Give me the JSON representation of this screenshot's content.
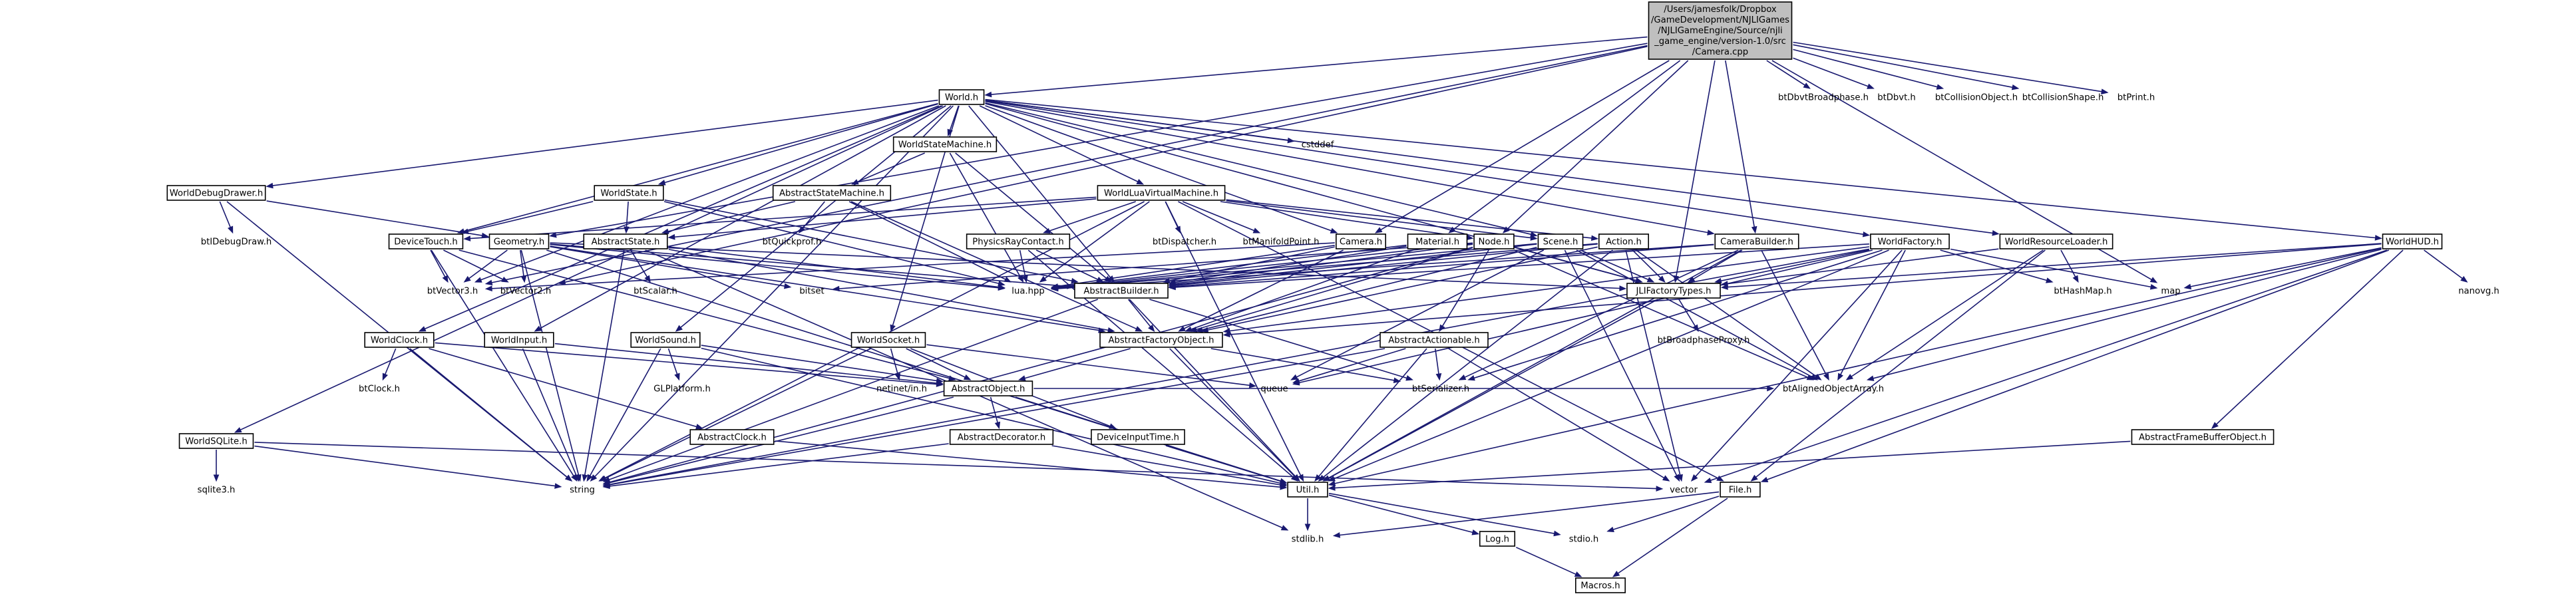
{
  "diagram": {
    "root": {
      "id": "root",
      "lines": [
        "/Users/jamesfolk/Dropbox",
        "/GameDevelopment/NJLIGames",
        "/NJLIGameEngine/Source/njli",
        "_game_engine/version-1.0/src",
        "/Camera.cpp"
      ]
    },
    "nodes": [
      {
        "id": "World",
        "label": "World.h",
        "boxed": true
      },
      {
        "id": "btDbvtBroadphase",
        "label": "btDbvtBroadphase.h",
        "boxed": false
      },
      {
        "id": "btDbvt",
        "label": "btDbvt.h",
        "boxed": false
      },
      {
        "id": "btCollisionObject",
        "label": "btCollisionObject.h",
        "boxed": false
      },
      {
        "id": "btCollisionShape",
        "label": "btCollisionShape.h",
        "boxed": false
      },
      {
        "id": "btPrint",
        "label": "btPrint.h",
        "boxed": false
      },
      {
        "id": "WorldStateMachine",
        "label": "WorldStateMachine.h",
        "boxed": true
      },
      {
        "id": "cstddef",
        "label": "cstddef",
        "boxed": false
      },
      {
        "id": "WorldDebugDrawer",
        "label": "WorldDebugDrawer.h",
        "boxed": true
      },
      {
        "id": "WorldState",
        "label": "WorldState.h",
        "boxed": true
      },
      {
        "id": "AbstractStateMachine",
        "label": "AbstractStateMachine.h",
        "boxed": true
      },
      {
        "id": "WorldLuaVirtualMachine",
        "label": "WorldLuaVirtualMachine.h",
        "boxed": true
      },
      {
        "id": "CameraBuilder",
        "label": "CameraBuilder.h",
        "boxed": true
      },
      {
        "id": "WorldFactory",
        "label": "WorldFactory.h",
        "boxed": true
      },
      {
        "id": "WorldResourceLoader",
        "label": "WorldResourceLoader.h",
        "boxed": true
      },
      {
        "id": "WorldHUD",
        "label": "WorldHUD.h",
        "boxed": true
      },
      {
        "id": "btIDebugDraw",
        "label": "btIDebugDraw.h",
        "boxed": false
      },
      {
        "id": "DeviceTouch",
        "label": "DeviceTouch.h",
        "boxed": true
      },
      {
        "id": "Geometry",
        "label": "Geometry.h",
        "boxed": true
      },
      {
        "id": "AbstractState",
        "label": "AbstractState.h",
        "boxed": true
      },
      {
        "id": "btQuickprof",
        "label": "btQuickprof.h",
        "boxed": false
      },
      {
        "id": "PhysicsRayContact",
        "label": "PhysicsRayContact.h",
        "boxed": true
      },
      {
        "id": "btDispatcher",
        "label": "btDispatcher.h",
        "boxed": false
      },
      {
        "id": "btManifoldPoint",
        "label": "btManifoldPoint.h",
        "boxed": false
      },
      {
        "id": "CameraH",
        "label": "Camera.h",
        "boxed": true
      },
      {
        "id": "Material",
        "label": "Material.h",
        "boxed": true
      },
      {
        "id": "Node",
        "label": "Node.h",
        "boxed": true
      },
      {
        "id": "Scene",
        "label": "Scene.h",
        "boxed": true
      },
      {
        "id": "Action",
        "label": "Action.h",
        "boxed": true
      },
      {
        "id": "btVector3",
        "label": "btVector3.h",
        "boxed": false
      },
      {
        "id": "btVector2",
        "label": "btVector2.h",
        "boxed": false
      },
      {
        "id": "btScalar",
        "label": "btScalar.h",
        "boxed": false
      },
      {
        "id": "bitset",
        "label": "bitset",
        "boxed": false
      },
      {
        "id": "luahpp",
        "label": "lua.hpp",
        "boxed": false
      },
      {
        "id": "AbstractBuilder",
        "label": "AbstractBuilder.h",
        "boxed": true
      },
      {
        "id": "JLIFactoryTypes",
        "label": "JLIFactoryTypes.h",
        "boxed": true
      },
      {
        "id": "btHashMap",
        "label": "btHashMap.h",
        "boxed": false
      },
      {
        "id": "map",
        "label": "map",
        "boxed": false
      },
      {
        "id": "nanovg",
        "label": "nanovg.h",
        "boxed": false
      },
      {
        "id": "WorldClock",
        "label": "WorldClock.h",
        "boxed": true
      },
      {
        "id": "WorldInput",
        "label": "WorldInput.h",
        "boxed": true
      },
      {
        "id": "WorldSound",
        "label": "WorldSound.h",
        "boxed": true
      },
      {
        "id": "WorldSocket",
        "label": "WorldSocket.h",
        "boxed": true
      },
      {
        "id": "AbstractFactoryObject",
        "label": "AbstractFactoryObject.h",
        "boxed": true
      },
      {
        "id": "AbstractActionable",
        "label": "AbstractActionable.h",
        "boxed": true
      },
      {
        "id": "btBroadphaseProxy",
        "label": "btBroadphaseProxy.h",
        "boxed": false
      },
      {
        "id": "btClock",
        "label": "btClock.h",
        "boxed": false
      },
      {
        "id": "GLPlatform",
        "label": "GLPlatform.h",
        "boxed": false
      },
      {
        "id": "netinetin",
        "label": "netinet/in.h",
        "boxed": false
      },
      {
        "id": "AbstractObject",
        "label": "AbstractObject.h",
        "boxed": true
      },
      {
        "id": "queue",
        "label": "queue",
        "boxed": false
      },
      {
        "id": "btSerializer",
        "label": "btSerializer.h",
        "boxed": false
      },
      {
        "id": "btAlignedObjectArray",
        "label": "btAlignedObjectArray.h",
        "boxed": false
      },
      {
        "id": "AbstractClock",
        "label": "AbstractClock.h",
        "boxed": true
      },
      {
        "id": "AbstractDecorator",
        "label": "AbstractDecorator.h",
        "boxed": true
      },
      {
        "id": "DeviceInputTime",
        "label": "DeviceInputTime.h",
        "boxed": true
      },
      {
        "id": "AbstractFrameBufferObject",
        "label": "AbstractFrameBufferObject.h",
        "boxed": true
      },
      {
        "id": "WorldSQLite",
        "label": "WorldSQLite.h",
        "boxed": true
      },
      {
        "id": "sqlite3",
        "label": "sqlite3.h",
        "boxed": false
      },
      {
        "id": "string",
        "label": "string",
        "boxed": false
      },
      {
        "id": "Util",
        "label": "Util.h",
        "boxed": true
      },
      {
        "id": "vector",
        "label": "vector",
        "boxed": false
      },
      {
        "id": "File",
        "label": "File.h",
        "boxed": true
      },
      {
        "id": "stdlib",
        "label": "stdlib.h",
        "boxed": false
      },
      {
        "id": "Log",
        "label": "Log.h",
        "boxed": true
      },
      {
        "id": "stdio",
        "label": "stdio.h",
        "boxed": false
      },
      {
        "id": "Macros",
        "label": "Macros.h",
        "boxed": true
      }
    ],
    "edges": [
      [
        "root",
        "World"
      ],
      [
        "root",
        "btDbvtBroadphase"
      ],
      [
        "root",
        "btDbvt"
      ],
      [
        "root",
        "btCollisionObject"
      ],
      [
        "root",
        "btCollisionShape"
      ],
      [
        "root",
        "btPrint"
      ],
      [
        "root",
        "CameraH"
      ],
      [
        "root",
        "CameraBuilder"
      ],
      [
        "root",
        "Node"
      ],
      [
        "root",
        "JLIFactoryTypes"
      ],
      [
        "root",
        "map"
      ],
      [
        "root",
        "Geometry"
      ],
      [
        "root",
        "btVector3"
      ],
      [
        "root",
        "btVector2"
      ],
      [
        "root",
        "Material"
      ],
      [
        "World",
        "WorldStateMachine"
      ],
      [
        "World",
        "cstddef"
      ],
      [
        "World",
        "WorldDebugDrawer"
      ],
      [
        "World",
        "WorldState"
      ],
      [
        "World",
        "WorldLuaVirtualMachine"
      ],
      [
        "World",
        "CameraBuilder"
      ],
      [
        "World",
        "WorldFactory"
      ],
      [
        "World",
        "WorldResourceLoader"
      ],
      [
        "World",
        "WorldHUD"
      ],
      [
        "World",
        "WorldClock"
      ],
      [
        "World",
        "WorldInput"
      ],
      [
        "World",
        "WorldSound"
      ],
      [
        "World",
        "WorldSocket"
      ],
      [
        "World",
        "WorldSQLite"
      ],
      [
        "World",
        "string"
      ],
      [
        "World",
        "CameraH"
      ],
      [
        "World",
        "Scene"
      ],
      [
        "World",
        "AbstractBuilder"
      ],
      [
        "World",
        "JLIFactoryTypes"
      ],
      [
        "World",
        "DeviceTouch"
      ],
      [
        "World",
        "btVector3"
      ],
      [
        "WorldStateMachine",
        "AbstractStateMachine"
      ],
      [
        "WorldStateMachine",
        "AbstractBuilder"
      ],
      [
        "WorldStateMachine",
        "luahpp"
      ],
      [
        "WorldDebugDrawer",
        "btIDebugDraw"
      ],
      [
        "WorldDebugDrawer",
        "Geometry"
      ],
      [
        "WorldDebugDrawer",
        "string"
      ],
      [
        "WorldState",
        "AbstractState"
      ],
      [
        "WorldState",
        "DeviceTouch"
      ],
      [
        "WorldState",
        "AbstractBuilder"
      ],
      [
        "WorldState",
        "luahpp"
      ],
      [
        "AbstractStateMachine",
        "AbstractState"
      ],
      [
        "AbstractStateMachine",
        "btQuickprof"
      ],
      [
        "AbstractStateMachine",
        "AbstractFactoryObject"
      ],
      [
        "AbstractStateMachine",
        "luahpp"
      ],
      [
        "WorldLuaVirtualMachine",
        "luahpp"
      ],
      [
        "WorldLuaVirtualMachine",
        "PhysicsRayContact"
      ],
      [
        "WorldLuaVirtualMachine",
        "btDispatcher"
      ],
      [
        "WorldLuaVirtualMachine",
        "btManifoldPoint"
      ],
      [
        "WorldLuaVirtualMachine",
        "AbstractState"
      ],
      [
        "WorldLuaVirtualMachine",
        "DeviceTouch"
      ],
      [
        "WorldLuaVirtualMachine",
        "Node"
      ],
      [
        "WorldLuaVirtualMachine",
        "Scene"
      ],
      [
        "WorldLuaVirtualMachine",
        "string"
      ],
      [
        "WorldLuaVirtualMachine",
        "Util"
      ],
      [
        "WorldLuaVirtualMachine",
        "Action"
      ],
      [
        "WorldLuaVirtualMachine",
        "File"
      ],
      [
        "PhysicsRayContact",
        "luahpp"
      ],
      [
        "PhysicsRayContact",
        "AbstractBuilder"
      ],
      [
        "PhysicsRayContact",
        "Util"
      ],
      [
        "CameraH",
        "AbstractBuilder"
      ],
      [
        "CameraH",
        "AbstractFactoryObject"
      ],
      [
        "CameraH",
        "luahpp"
      ],
      [
        "CameraH",
        "btVector3"
      ],
      [
        "Material",
        "AbstractBuilder"
      ],
      [
        "Material",
        "AbstractFactoryObject"
      ],
      [
        "Material",
        "luahpp"
      ],
      [
        "Node",
        "AbstractActionable"
      ],
      [
        "Node",
        "AbstractBuilder"
      ],
      [
        "Node",
        "AbstractFactoryObject"
      ],
      [
        "Node",
        "luahpp"
      ],
      [
        "Node",
        "bitset"
      ],
      [
        "Node",
        "btAlignedObjectArray"
      ],
      [
        "Node",
        "string"
      ],
      [
        "Node",
        "JLIFactoryTypes"
      ],
      [
        "Scene",
        "AbstractBuilder"
      ],
      [
        "Scene",
        "AbstractFactoryObject"
      ],
      [
        "Scene",
        "luahpp"
      ],
      [
        "Scene",
        "vector"
      ],
      [
        "Scene",
        "queue"
      ],
      [
        "Scene",
        "btAlignedObjectArray"
      ],
      [
        "Scene",
        "JLIFactoryTypes"
      ],
      [
        "Action",
        "AbstractBuilder"
      ],
      [
        "Action",
        "AbstractFactoryObject"
      ],
      [
        "Action",
        "JLIFactoryTypes"
      ],
      [
        "Action",
        "luahpp"
      ],
      [
        "Action",
        "Util"
      ],
      [
        "Action",
        "vector"
      ],
      [
        "Action",
        "btAlignedObjectArray"
      ],
      [
        "CameraBuilder",
        "AbstractBuilder"
      ],
      [
        "CameraBuilder",
        "luahpp"
      ],
      [
        "CameraBuilder",
        "JLIFactoryTypes"
      ],
      [
        "CameraBuilder",
        "btAlignedObjectArray"
      ],
      [
        "CameraBuilder",
        "btSerializer"
      ],
      [
        "CameraBuilder",
        "Util"
      ],
      [
        "WorldFactory",
        "AbstractBuilder"
      ],
      [
        "WorldFactory",
        "AbstractFactoryObject"
      ],
      [
        "WorldFactory",
        "JLIFactoryTypes"
      ],
      [
        "WorldFactory",
        "btHashMap"
      ],
      [
        "WorldFactory",
        "map"
      ],
      [
        "WorldFactory",
        "btAlignedObjectArray"
      ],
      [
        "WorldFactory",
        "Util"
      ],
      [
        "WorldFactory",
        "queue"
      ],
      [
        "WorldFactory",
        "btSerializer"
      ],
      [
        "WorldFactory",
        "vector"
      ],
      [
        "WorldFactory",
        "string"
      ],
      [
        "WorldResourceLoader",
        "btHashMap"
      ],
      [
        "WorldResourceLoader",
        "File"
      ],
      [
        "WorldResourceLoader",
        "JLIFactoryTypes"
      ],
      [
        "WorldResourceLoader",
        "btAlignedObjectArray"
      ],
      [
        "WorldHUD",
        "nanovg"
      ],
      [
        "WorldHUD",
        "map"
      ],
      [
        "WorldHUD",
        "AbstractFrameBufferObject"
      ],
      [
        "WorldHUD",
        "JLIFactoryTypes"
      ],
      [
        "WorldHUD",
        "btAlignedObjectArray"
      ],
      [
        "WorldHUD",
        "Util"
      ],
      [
        "WorldHUD",
        "vector"
      ],
      [
        "WorldHUD",
        "File"
      ],
      [
        "WorldHUD",
        "AbstractFactoryObject"
      ],
      [
        "DeviceTouch",
        "btVector3"
      ],
      [
        "DeviceTouch",
        "btVector2"
      ],
      [
        "DeviceTouch",
        "AbstractObject"
      ],
      [
        "DeviceTouch",
        "string"
      ],
      [
        "Geometry",
        "btVector3"
      ],
      [
        "Geometry",
        "btVector2"
      ],
      [
        "Geometry",
        "AbstractBuilder"
      ],
      [
        "Geometry",
        "AbstractFactoryObject"
      ],
      [
        "Geometry",
        "luahpp"
      ],
      [
        "Geometry",
        "bitset"
      ],
      [
        "Geometry",
        "Util"
      ],
      [
        "Geometry",
        "string"
      ],
      [
        "Geometry",
        "JLIFactoryTypes"
      ],
      [
        "AbstractState",
        "btScalar"
      ],
      [
        "AbstractState",
        "luahpp"
      ],
      [
        "AbstractState",
        "AbstractFactoryObject"
      ],
      [
        "AbstractState",
        "stdlib"
      ],
      [
        "AbstractState",
        "string"
      ],
      [
        "AbstractBuilder",
        "AbstractFactoryObject"
      ],
      [
        "AbstractBuilder",
        "Util"
      ],
      [
        "AbstractBuilder",
        "string"
      ],
      [
        "AbstractBuilder",
        "btSerializer"
      ],
      [
        "JLIFactoryTypes",
        "btBroadphaseProxy"
      ],
      [
        "JLIFactoryTypes",
        "Util"
      ],
      [
        "AbstractFactoryObject",
        "AbstractObject"
      ],
      [
        "AbstractFactoryObject",
        "btSerializer"
      ],
      [
        "AbstractFactoryObject",
        "Util"
      ],
      [
        "AbstractActionable",
        "queue"
      ],
      [
        "AbstractActionable",
        "btSerializer"
      ],
      [
        "AbstractActionable",
        "Util"
      ],
      [
        "AbstractActionable",
        "vector"
      ],
      [
        "AbstractActionable",
        "string"
      ],
      [
        "WorldClock",
        "btClock"
      ],
      [
        "WorldClock",
        "AbstractClock"
      ],
      [
        "WorldClock",
        "AbstractObject"
      ],
      [
        "WorldClock",
        "string"
      ],
      [
        "WorldInput",
        "AbstractObject"
      ],
      [
        "WorldInput",
        "string"
      ],
      [
        "WorldSound",
        "GLPlatform"
      ],
      [
        "WorldSound",
        "AbstractObject"
      ],
      [
        "WorldSound",
        "string"
      ],
      [
        "WorldSound",
        "Util"
      ],
      [
        "WorldSocket",
        "netinetin"
      ],
      [
        "WorldSocket",
        "AbstractObject"
      ],
      [
        "WorldSocket",
        "queue"
      ],
      [
        "WorldSocket",
        "DeviceInputTime"
      ],
      [
        "WorldSocket",
        "string"
      ],
      [
        "AbstractObject",
        "AbstractDecorator"
      ],
      [
        "AbstractObject",
        "Util"
      ],
      [
        "AbstractObject",
        "string"
      ],
      [
        "AbstractObject",
        "btAlignedObjectArray"
      ],
      [
        "AbstractClock",
        "Util"
      ],
      [
        "AbstractDecorator",
        "Util"
      ],
      [
        "AbstractDecorator",
        "string"
      ],
      [
        "DeviceInputTime",
        "Util"
      ],
      [
        "AbstractFrameBufferObject",
        "Util"
      ],
      [
        "WorldSQLite",
        "sqlite3"
      ],
      [
        "WorldSQLite",
        "string"
      ],
      [
        "WorldSQLite",
        "vector"
      ],
      [
        "Util",
        "stdlib"
      ],
      [
        "Util",
        "Log"
      ],
      [
        "Util",
        "stdio"
      ],
      [
        "File",
        "stdlib"
      ],
      [
        "File",
        "stdio"
      ],
      [
        "File",
        "Macros"
      ],
      [
        "Log",
        "Macros"
      ]
    ]
  }
}
